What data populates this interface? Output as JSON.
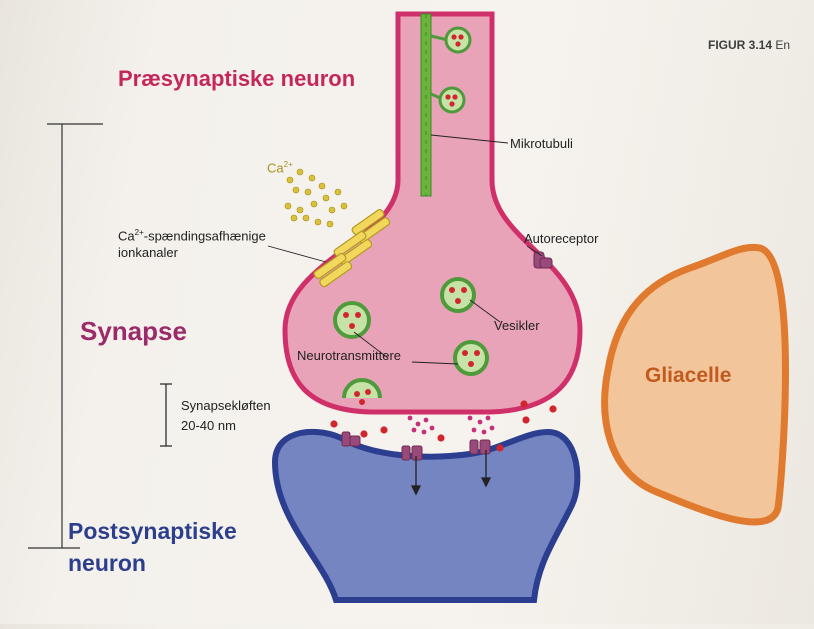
{
  "figure_label": {
    "bold": "FIGUR 3.14",
    "rest": "En"
  },
  "labels": {
    "presynaptic": "Præsynaptiske neuron",
    "synapse": "Synapse",
    "postsynaptic_line1": "Postsynaptiske",
    "postsynaptic_line2": "neuron",
    "microtubule": "Mikrotubuli",
    "calcium_base": "Ca",
    "calcium_charge": "2+",
    "channels_line1_suffix": "-spændingsafhænige",
    "channels_line2": "ionkanaler",
    "autoreceptor": "Autoreceptor",
    "vesicles": "Vesikler",
    "neurotransmitters": "Neurotransmittere",
    "cleft_line1": "Synapsekløften",
    "cleft_line2": "20-40 nm",
    "glia": "Gliacelle"
  },
  "colors": {
    "presynaptic_fill": "#e9a3b8",
    "presynaptic_stroke": "#d0306a",
    "postsynaptic_fill": "#7585c2",
    "postsynaptic_stroke": "#2c3e8f",
    "glia_fill": "#f3c59b",
    "glia_stroke": "#e07a2e",
    "microtubule": "#6ab43c",
    "vesicle_ring": "#4f9a3a",
    "vesicle_fill": "#c7e2a6",
    "neurotransmitter": "#d1262e",
    "calcium": "#d9c23a",
    "receptor": "#8a3d6e"
  }
}
